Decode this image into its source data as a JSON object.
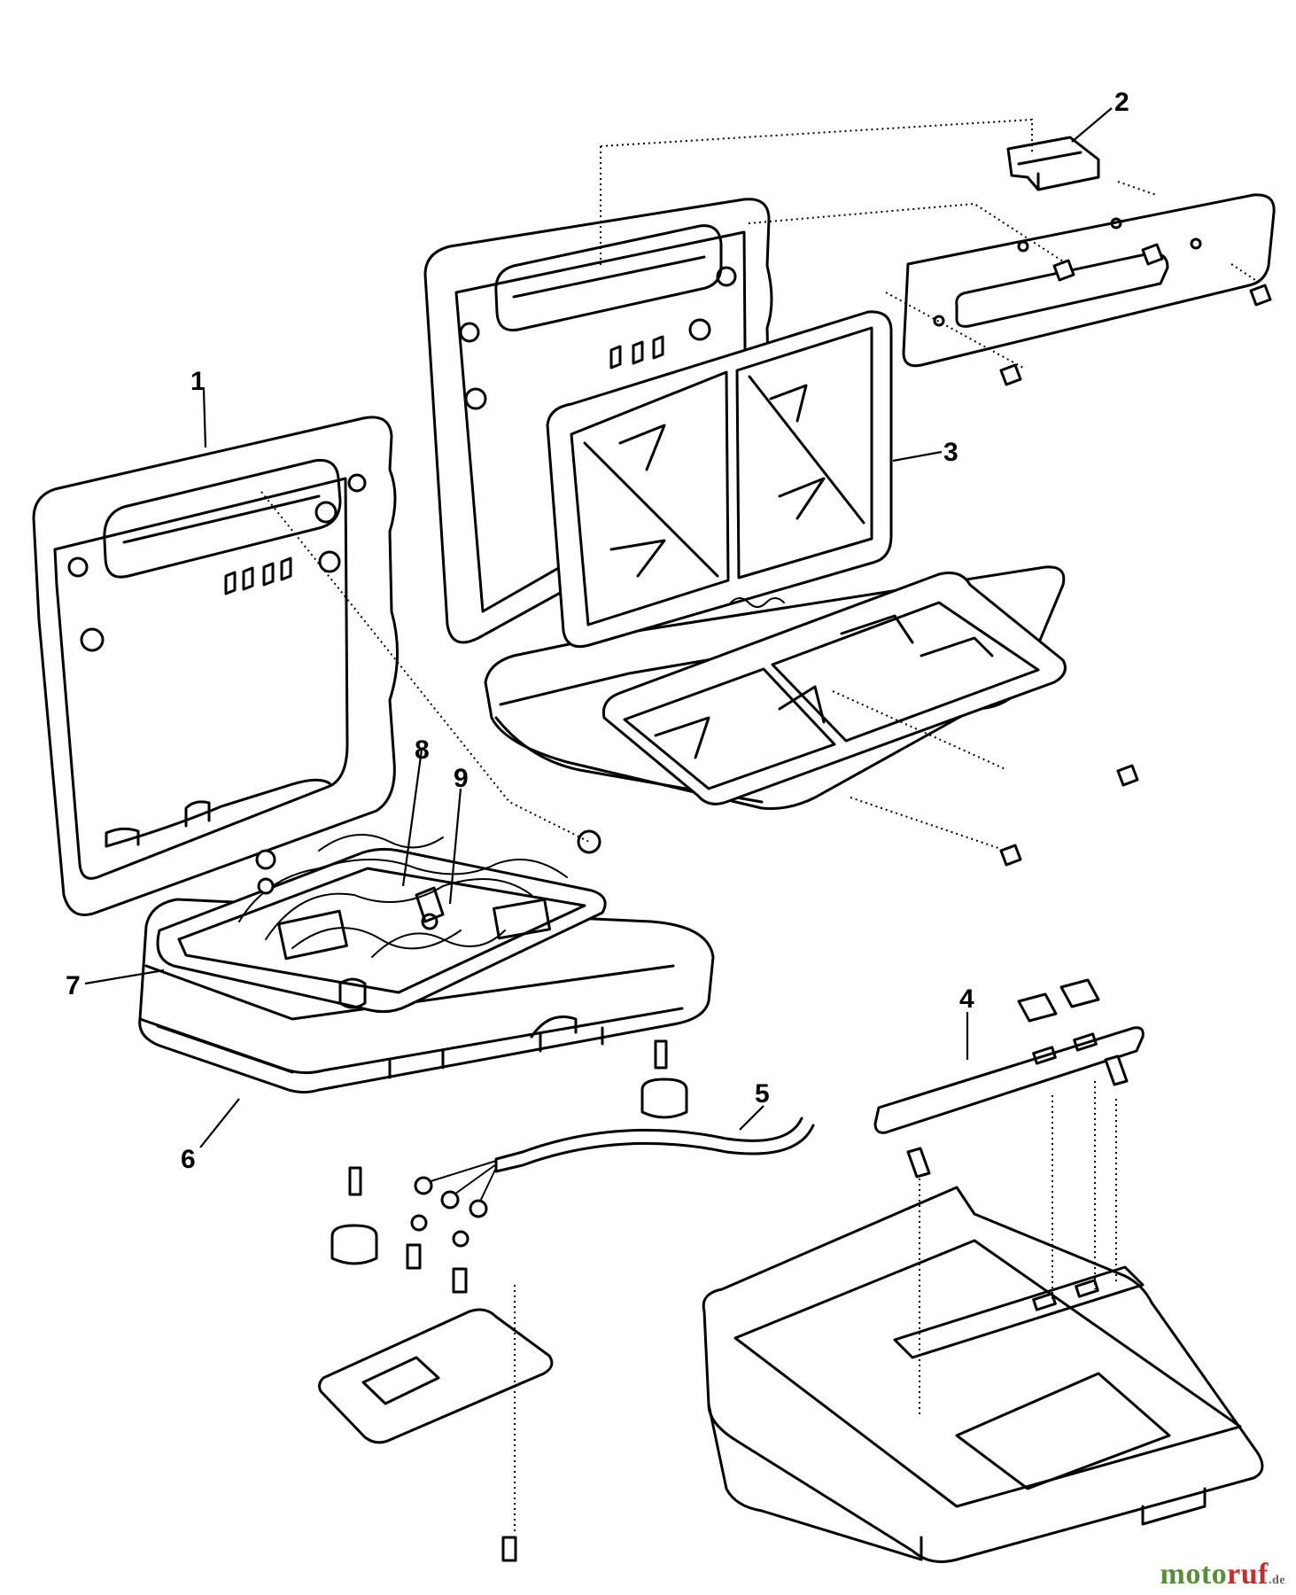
{
  "callouts": [
    {
      "id": "1",
      "label": "1"
    },
    {
      "id": "2",
      "label": "2"
    },
    {
      "id": "3",
      "label": "3"
    },
    {
      "id": "4",
      "label": "4"
    },
    {
      "id": "5",
      "label": "5"
    },
    {
      "id": "6",
      "label": "6"
    },
    {
      "id": "7",
      "label": "7"
    },
    {
      "id": "8",
      "label": "8"
    },
    {
      "id": "9",
      "label": "9"
    }
  ],
  "watermark": {
    "part1": "moto",
    "part2": "ruf",
    "tld": ".de"
  }
}
